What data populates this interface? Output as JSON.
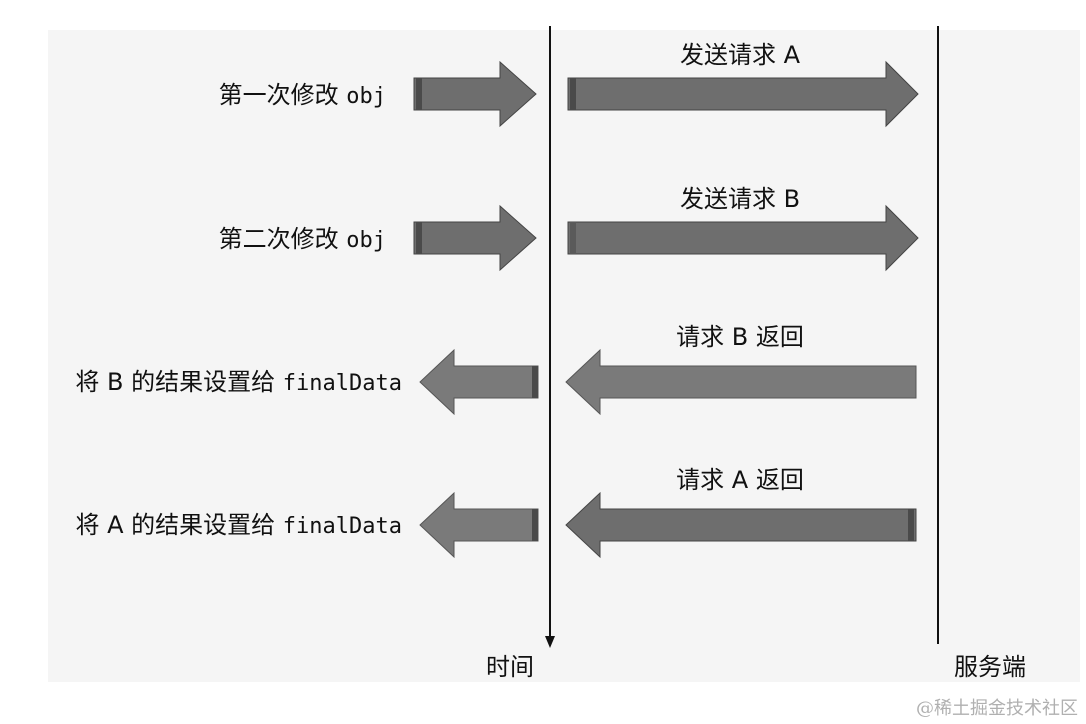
{
  "rows": [
    {
      "left_text": "第一次修改",
      "left_code": "obj",
      "right_text": "发送请求 A"
    },
    {
      "left_text": "第二次修改",
      "left_code": "obj",
      "right_text": "发送请求 B"
    },
    {
      "left_text": "将 B 的结果设置给",
      "left_code": "finalData",
      "right_text": "请求 B 返回"
    },
    {
      "left_text": "将 A 的结果设置给",
      "left_code": "finalData",
      "right_text": "请求 A 返回"
    }
  ],
  "axes": {
    "time_label": "时间",
    "server_label": "服务端"
  },
  "colors": {
    "arrow_dark": "#6e6e6e",
    "arrow_light": "#7a7a7a",
    "line": "#111111"
  },
  "watermark": "@稀土掘金技术社区"
}
